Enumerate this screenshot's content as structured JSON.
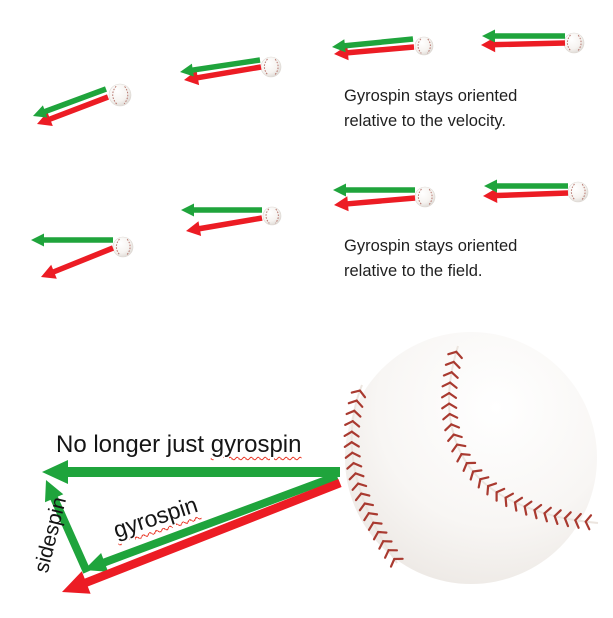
{
  "colors": {
    "green": "#1fa43c",
    "red": "#ec1c24",
    "stitch": "#a93a30",
    "text": "#1f1f1f"
  },
  "captions": {
    "velocity": {
      "line1": "Gyrospin stays oriented",
      "line2": "relative to the velocity."
    },
    "field": {
      "line1": "Gyrospin stays oriented",
      "line2": "relative to the field."
    }
  },
  "bottom": {
    "title_prefix": "No longer just ",
    "title_word": "gyrospin",
    "gyrospin_label": "gyrospin",
    "sidespin_label": "sidespin"
  }
}
